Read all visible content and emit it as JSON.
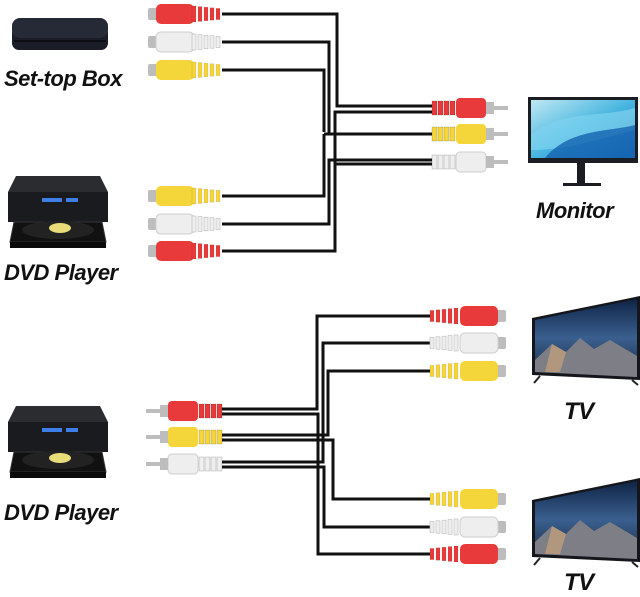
{
  "diagram": {
    "title": "RCA AV splitter cable connection diagram",
    "colors": {
      "red": "#e83a3a",
      "white": "#eeeeee",
      "yellow": "#f5d63a",
      "wire": "#111111",
      "metal": "#bdbdbd",
      "device_dark": "#1c1f26"
    },
    "top_section": {
      "sources": [
        {
          "label": "Set-top Box",
          "icon": "set-top-box-icon",
          "connectors": [
            "red",
            "white",
            "yellow"
          ],
          "connector_type": "female"
        },
        {
          "label": "DVD Player",
          "icon": "dvd-player-icon",
          "connectors": [
            "yellow",
            "white",
            "red"
          ],
          "connector_type": "female"
        }
      ],
      "destination": {
        "label": "Monitor",
        "icon": "monitor-icon",
        "connectors": [
          "red",
          "yellow",
          "white"
        ],
        "connector_type": "male"
      }
    },
    "bottom_section": {
      "source": {
        "label": "DVD Player",
        "icon": "dvd-player-icon",
        "connectors": [
          "red",
          "yellow",
          "white"
        ],
        "connector_type": "male"
      },
      "destinations": [
        {
          "label": "TV",
          "icon": "tv-icon",
          "connectors": [
            "red",
            "white",
            "yellow"
          ],
          "connector_type": "female"
        },
        {
          "label": "TV",
          "icon": "tv-icon",
          "connectors": [
            "yellow",
            "white",
            "red"
          ],
          "connector_type": "female"
        }
      ]
    }
  }
}
